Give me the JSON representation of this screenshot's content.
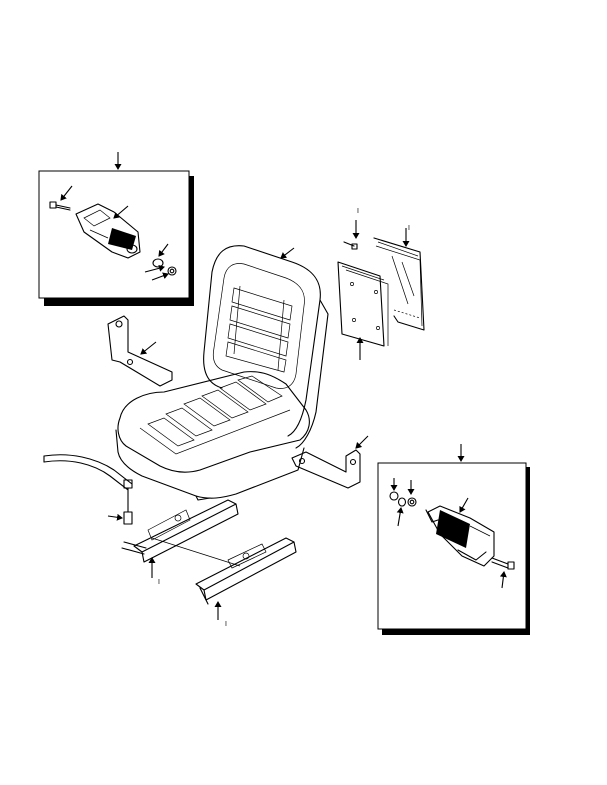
{
  "figure": {
    "title": "",
    "callout_marks": [
      "I",
      "I",
      "I",
      "I"
    ]
  },
  "colors": {
    "ink": "#000000",
    "paper": "#ffffff"
  }
}
